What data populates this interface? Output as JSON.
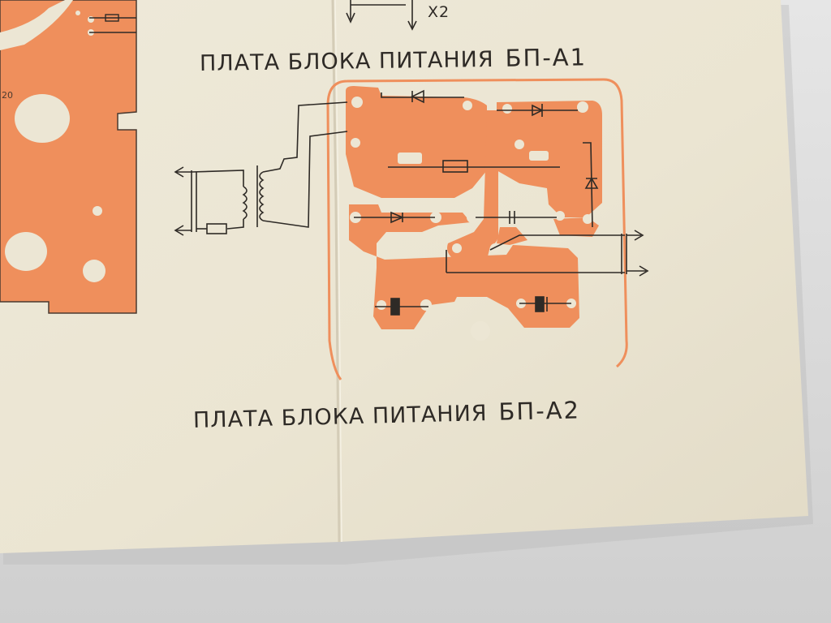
{
  "document": {
    "top_label": "X2",
    "captions": [
      {
        "text": "ПЛАТА БЛОКА ПИТАНИЯ",
        "code": "БП-А1"
      },
      {
        "text": "ПЛАТА БЛОКА ПИТАНИЯ",
        "code": "БП-А2"
      }
    ]
  },
  "colors": {
    "paper": "#ece6d4",
    "trace": "#ef8f5c",
    "ink": "#2e2a26",
    "table": "#dcdcdc"
  }
}
